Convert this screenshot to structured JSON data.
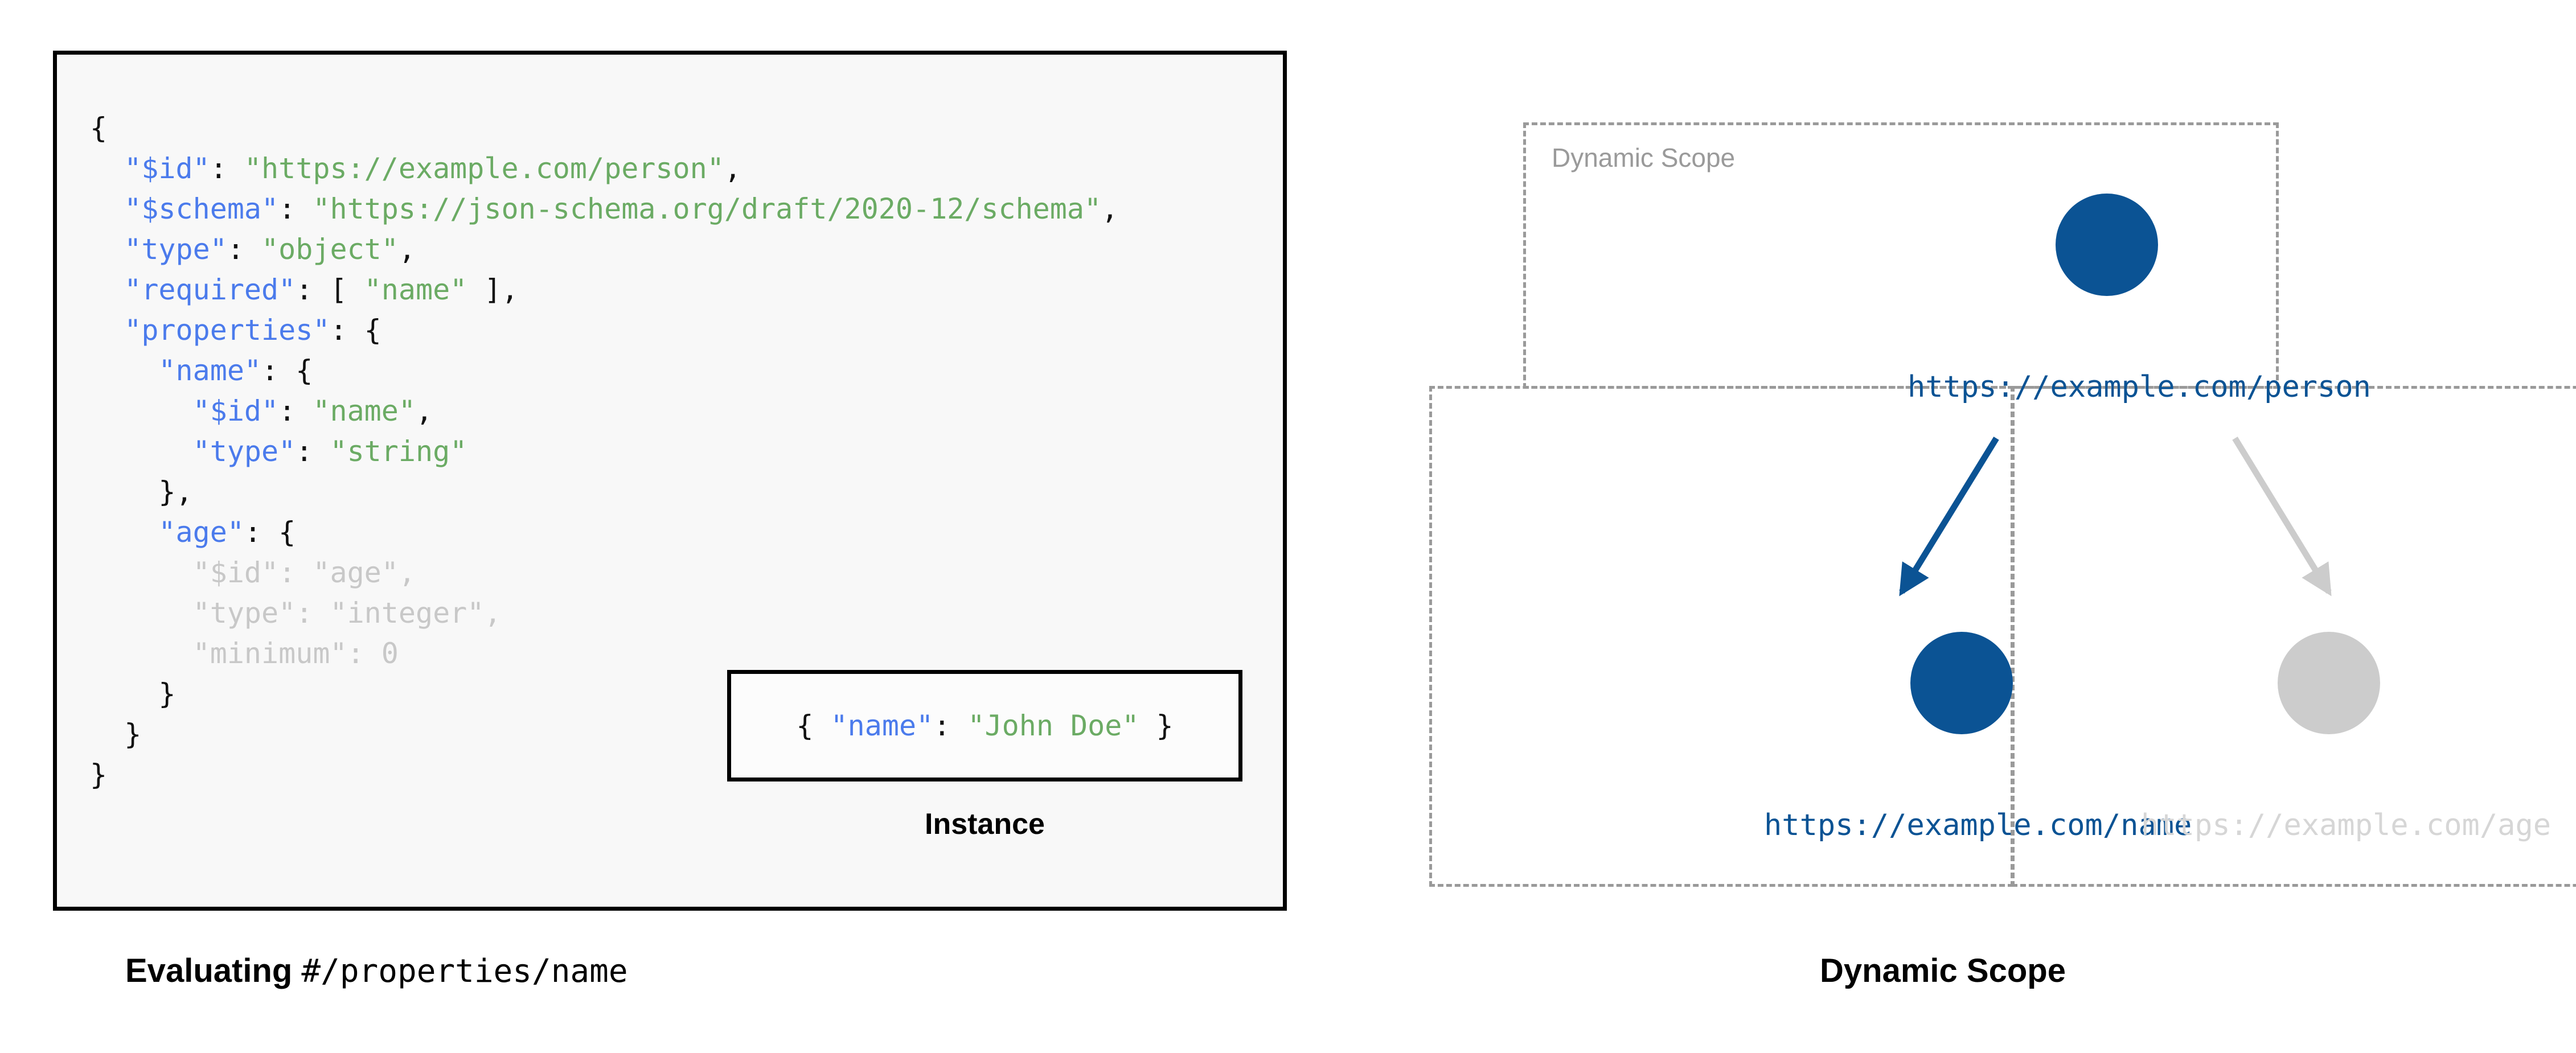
{
  "left": {
    "schema_lines": [
      [
        {
          "t": "{",
          "c": "punct"
        }
      ],
      [
        {
          "t": "  ",
          "c": "punct"
        },
        {
          "t": "\"$id\"",
          "c": "key"
        },
        {
          "t": ": ",
          "c": "punct"
        },
        {
          "t": "\"https://example.com/person\"",
          "c": "str"
        },
        {
          "t": ",",
          "c": "punct"
        }
      ],
      [
        {
          "t": "  ",
          "c": "punct"
        },
        {
          "t": "\"$schema\"",
          "c": "key"
        },
        {
          "t": ": ",
          "c": "punct"
        },
        {
          "t": "\"https://json-schema.org/draft/2020-12/schema\"",
          "c": "str"
        },
        {
          "t": ",",
          "c": "punct"
        }
      ],
      [
        {
          "t": "  ",
          "c": "punct"
        },
        {
          "t": "\"type\"",
          "c": "key"
        },
        {
          "t": ": ",
          "c": "punct"
        },
        {
          "t": "\"object\"",
          "c": "str"
        },
        {
          "t": ",",
          "c": "punct"
        }
      ],
      [
        {
          "t": "  ",
          "c": "punct"
        },
        {
          "t": "\"required\"",
          "c": "key"
        },
        {
          "t": ": [ ",
          "c": "punct"
        },
        {
          "t": "\"name\"",
          "c": "str"
        },
        {
          "t": " ],",
          "c": "punct"
        }
      ],
      [
        {
          "t": "  ",
          "c": "punct"
        },
        {
          "t": "\"properties\"",
          "c": "key"
        },
        {
          "t": ": {",
          "c": "punct"
        }
      ],
      [
        {
          "t": "    ",
          "c": "punct"
        },
        {
          "t": "\"name\"",
          "c": "key"
        },
        {
          "t": ": {",
          "c": "punct"
        }
      ],
      [
        {
          "t": "      ",
          "c": "punct"
        },
        {
          "t": "\"$id\"",
          "c": "key"
        },
        {
          "t": ": ",
          "c": "punct"
        },
        {
          "t": "\"name\"",
          "c": "str"
        },
        {
          "t": ",",
          "c": "punct"
        }
      ],
      [
        {
          "t": "      ",
          "c": "punct"
        },
        {
          "t": "\"type\"",
          "c": "key"
        },
        {
          "t": ": ",
          "c": "punct"
        },
        {
          "t": "\"string\"",
          "c": "str"
        }
      ],
      [
        {
          "t": "    },",
          "c": "punct"
        }
      ],
      [
        {
          "t": "    ",
          "c": "punct"
        },
        {
          "t": "\"age\"",
          "c": "key"
        },
        {
          "t": ": {",
          "c": "punct"
        }
      ],
      [
        {
          "t": "      ",
          "c": "punct"
        },
        {
          "t": "\"$id\"",
          "c": "dim"
        },
        {
          "t": ": ",
          "c": "dim"
        },
        {
          "t": "\"age\"",
          "c": "dim"
        },
        {
          "t": ",",
          "c": "dim"
        }
      ],
      [
        {
          "t": "      ",
          "c": "punct"
        },
        {
          "t": "\"type\"",
          "c": "dim"
        },
        {
          "t": ": ",
          "c": "dim"
        },
        {
          "t": "\"integer\"",
          "c": "dim"
        },
        {
          "t": ",",
          "c": "dim"
        }
      ],
      [
        {
          "t": "      ",
          "c": "punct"
        },
        {
          "t": "\"minimum\"",
          "c": "dim"
        },
        {
          "t": ": ",
          "c": "dim"
        },
        {
          "t": "0",
          "c": "dim"
        }
      ],
      [
        {
          "t": "    }",
          "c": "punct"
        }
      ],
      [
        {
          "t": "  }",
          "c": "punct"
        }
      ],
      [
        {
          "t": "}",
          "c": "punct"
        }
      ]
    ],
    "instance_tokens": [
      {
        "t": "{ ",
        "c": "punct"
      },
      {
        "t": "\"name\"",
        "c": "key"
      },
      {
        "t": ": ",
        "c": "punct"
      },
      {
        "t": "\"John Doe\"",
        "c": "str"
      },
      {
        "t": " }",
        "c": "punct"
      }
    ],
    "instance_caption": "Instance",
    "caption_bold": "Evaluating ",
    "caption_mono": "#/properties/name"
  },
  "right": {
    "scope_inner_label": "Dynamic Scope",
    "caption": "Dynamic Scope",
    "nodes": [
      {
        "id": "person",
        "label": "https://example.com/person",
        "state": "active"
      },
      {
        "id": "name",
        "label": "https://example.com/name",
        "state": "active"
      },
      {
        "id": "age",
        "label": "https://example.com/age",
        "state": "inactive"
      }
    ],
    "edges": [
      {
        "from": "person",
        "to": "name",
        "state": "active"
      },
      {
        "from": "person",
        "to": "age",
        "state": "inactive"
      }
    ]
  },
  "colors": {
    "node_active": "#0b5394",
    "node_inactive": "#cccccc",
    "label_active": "#0b5394",
    "label_inactive": "#d6d6d6",
    "scope_border": "#9a9a9a",
    "syntax_key": "#4b7bec",
    "syntax_string": "#6bab64",
    "syntax_dim": "#c8c8c8",
    "code_background": "#f8f8f8",
    "code_border": "#000000"
  }
}
